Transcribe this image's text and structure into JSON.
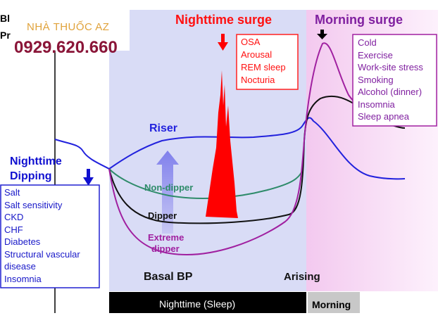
{
  "watermark": {
    "name": "NHÀ THUỐC AZ",
    "phone": "0929.620.660"
  },
  "axis": {
    "y_label_top": "Bl",
    "y_label_bottom": "Pr"
  },
  "nighttime_surge": {
    "title": "Nighttime surge",
    "factors": [
      "OSA",
      "Arousal",
      "REM sleep",
      "Nocturia"
    ]
  },
  "morning_surge": {
    "title": "Morning surge",
    "factors": [
      "Cold",
      "Exercise",
      "Work-site stress",
      "Smoking",
      "Alcohol (dinner)",
      "Insomnia",
      "Sleep apnea"
    ]
  },
  "nighttime_dipping": {
    "title_line1": "Nighttime",
    "title_line2": "Dipping",
    "factors": [
      "Salt",
      "Salt sensitivity",
      "CKD",
      "CHF",
      "Diabetes",
      "Structural vascular",
      "disease",
      "Insomnia"
    ]
  },
  "curves": {
    "riser": "Riser",
    "non_dipper": "Non-dipper",
    "dipper": "Dipper",
    "extreme_dipper_line1": "Extreme",
    "extreme_dipper_line2": "dipper"
  },
  "labels": {
    "basal_bp": "Basal BP",
    "arising": "Arising"
  },
  "bars": {
    "nighttime": "Nighttime (Sleep)",
    "morning": "Morning"
  },
  "colors": {
    "riser": "#2222dd",
    "non_dipper": "#2e8b6a",
    "dipper": "#111111",
    "extreme_dipper": "#a020a0",
    "surge": "#ff0000",
    "morning": "#8020a0",
    "dipping_title": "#1010d0"
  }
}
